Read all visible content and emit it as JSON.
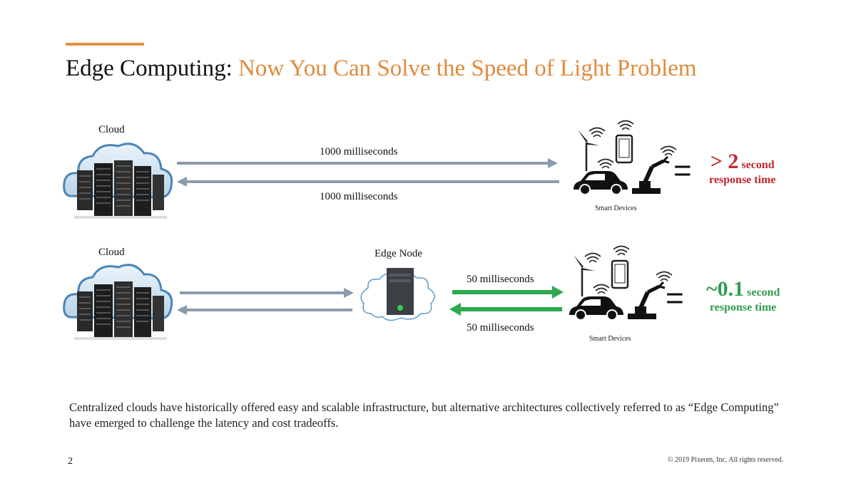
{
  "title": {
    "part1": "Edge Computing: ",
    "part2": "Now You Can Solve the Speed of Light Problem"
  },
  "row1": {
    "cloud_label": "Cloud",
    "upper_latency": "1000 milliseconds",
    "lower_latency": "1000 milliseconds",
    "devices_label": "Smart Devices",
    "equals": "=",
    "response_value": "> 2",
    "response_unit": "second",
    "response_suffix": "response time",
    "response_color": "#c0272d"
  },
  "row2": {
    "cloud_label": "Cloud",
    "edge_label": "Edge Node",
    "upper_latency": "50 milliseconds",
    "lower_latency": "50 milliseconds",
    "devices_label": "Smart Devices",
    "equals": "=",
    "response_value": "~0.1",
    "response_unit": "second",
    "response_suffix": "response time",
    "response_color": "#2e9e4f"
  },
  "colors": {
    "accent": "#e0903a",
    "arrow_grey": "#8c9aae",
    "arrow_green": "#2ea94f"
  },
  "footer": {
    "text": "Centralized clouds have historically offered easy and scalable infrastructure, but alternative architectures collectively referred to as “Edge Computing” have emerged to challenge the latency and cost tradeoffs.",
    "page_number": "2",
    "copyright": "© 2019 Pixeom, Inc. All rights reserved."
  },
  "icons": [
    "cloud-datacenter-icon",
    "wind-turbine-icon",
    "smartphone-icon",
    "car-icon",
    "robot-arm-icon",
    "edge-server-icon",
    "wifi-signal-icon"
  ]
}
